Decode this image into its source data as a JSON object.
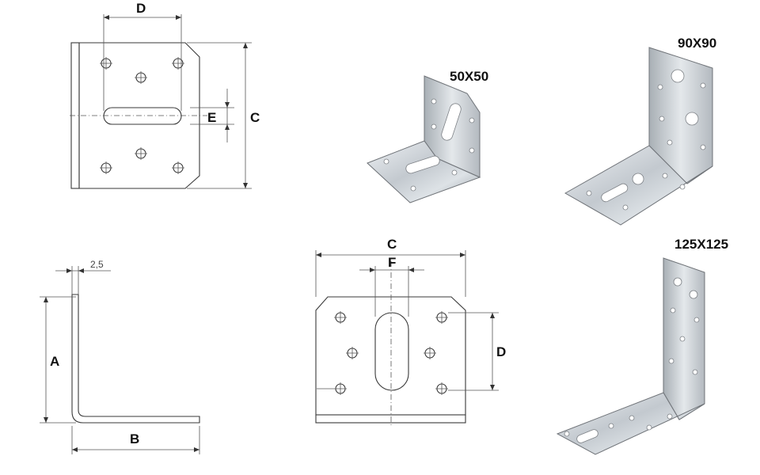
{
  "drawing": {
    "top_view": {
      "label_d": "D",
      "label_e": "E",
      "label_c": "C"
    },
    "side_view": {
      "label_thickness": "2,5",
      "label_a": "A",
      "label_b": "B"
    },
    "front_view": {
      "label_c": "C",
      "label_f": "F",
      "label_d": "D"
    }
  },
  "products": [
    {
      "size_label": "50X50"
    },
    {
      "size_label": "90X90"
    },
    {
      "size_label": "125X125"
    }
  ],
  "colors": {
    "line": "#3a3a3a",
    "metal_light": "#dfe3e7",
    "metal_dark": "#8f959b"
  }
}
